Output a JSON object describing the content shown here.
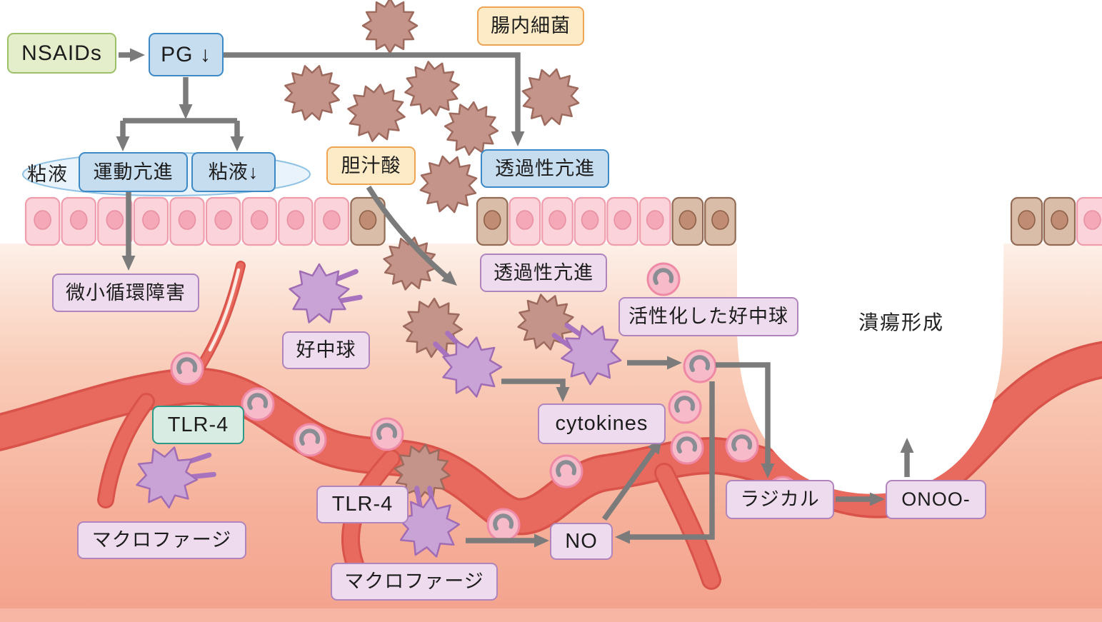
{
  "labels": {
    "nsaids": "NSAIDs",
    "pg_down": "PG ↓",
    "hypermotility": "運動亢進",
    "mucus_down": "粘液↓",
    "mucus": "粘液",
    "gut_bacteria": "腸内細菌",
    "bile_acid": "胆汁酸",
    "permeability_up_lumen": "透過性亢進",
    "permeability_up_mucosa": "透過性亢進",
    "microcirculation_disorder": "微小循環障害",
    "neutrophil": "好中球",
    "tlr4_left": "TLR-4",
    "macrophage_left": "マクロファージ",
    "tlr4_center": "TLR-4",
    "macrophage_center": "マクロファージ",
    "activated_neutrophil": "活性化した好中球",
    "cytokines": "cytokines",
    "no": "NO",
    "radical": "ラジカル",
    "onoo": "ONOO-",
    "ulcer_formation": "潰瘍形成"
  },
  "colors": {
    "green_fill": "#e5eecb",
    "green_border": "#9cbf67",
    "blue_fill": "#c6dcef",
    "blue_border": "#3d89c6",
    "orange_fill": "#fdeac6",
    "orange_border": "#eea455",
    "lav_fill": "#eedbee",
    "lav_border": "#b084bc",
    "teal_fill": "#d9ece3",
    "teal_border": "#2d9a87",
    "arrow_gray": "#7b7b7b",
    "vessel_red": "#e8695e",
    "vessel_red_dark": "#d9534a",
    "vessel_lumen": "#fdeae2",
    "bacteria_fill": "#c4948a",
    "bacteria_border": "#9d6a5d",
    "immune_purple_fill": "#c9a2d6",
    "immune_purple_border": "#a06cb4",
    "receptor_rod": "#a873be",
    "cell_pink_fill": "#fbd3da",
    "cell_pink_border": "#ef9dac",
    "nucleus_pink": "#f4a8b8",
    "nucleus_pink_border": "#e890a2",
    "cell_brown_fill": "#d9bda9",
    "cell_brown_border": "#936b55",
    "nucleus_brown": "#c08d74",
    "nucleus_brown_border": "#8e6048",
    "neutro_circle_fill": "#f7bac9",
    "neutro_circle_border": "#ee8aa6",
    "neutro_crescent": "#8a8e94",
    "mucus_fill": "#e9f3fb",
    "mucus_border": "#8fc2e4",
    "tissue_top": "#fdf0e8",
    "tissue_mid": "#f9cdb9",
    "tissue_bottom": "#f3a28c",
    "tissue_bottom_strip": "#f6b6a3",
    "crater_white": "#ffffff",
    "text_dark": "#1c1c1c"
  }
}
